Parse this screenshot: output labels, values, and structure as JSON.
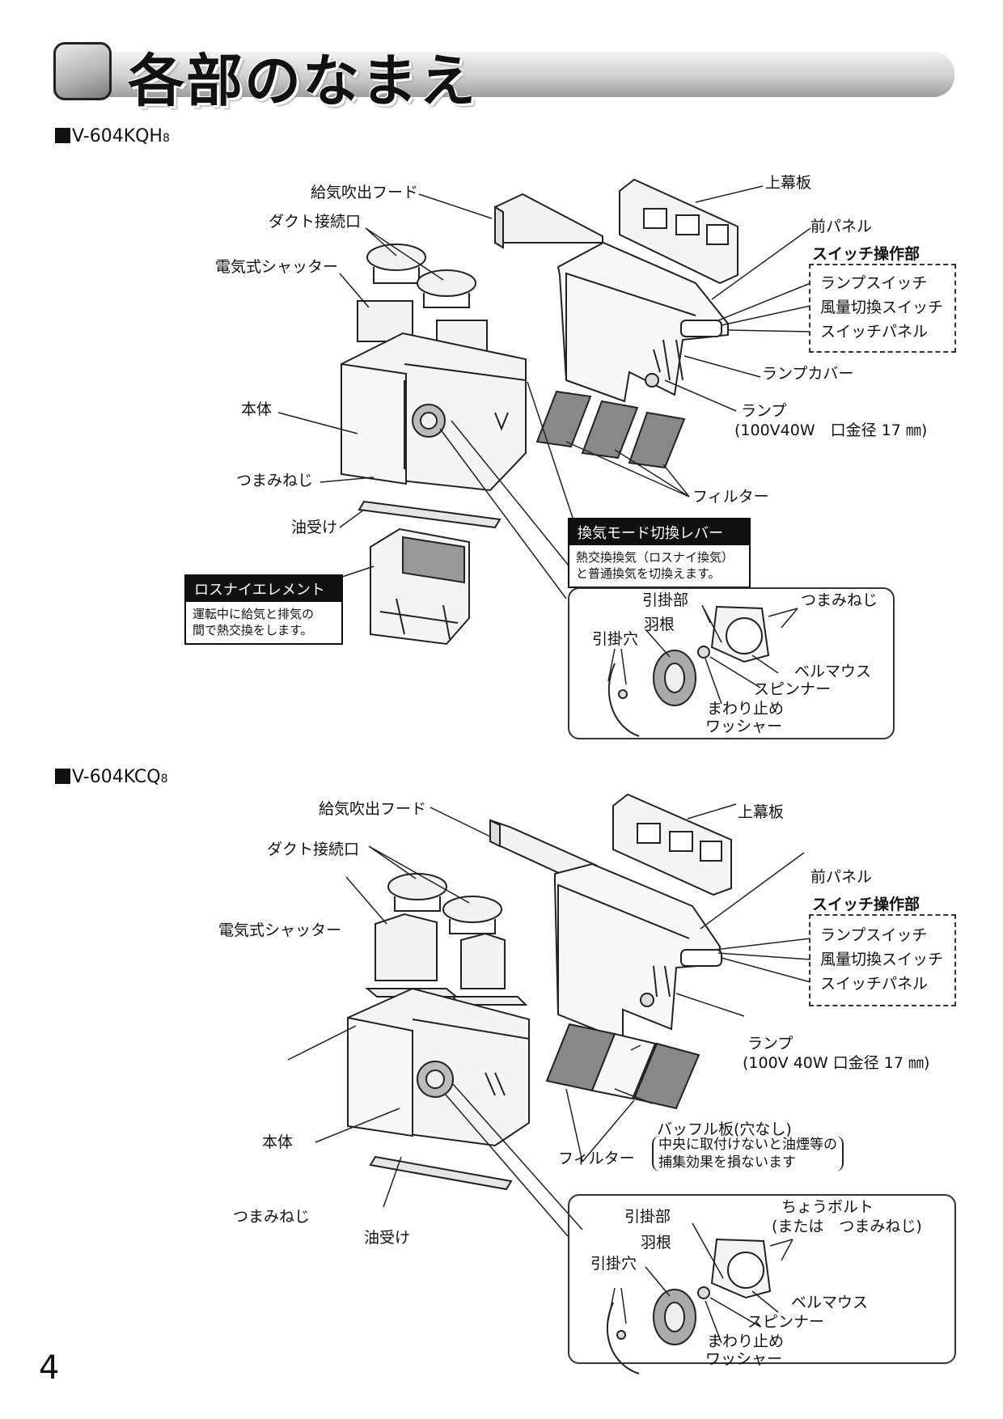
{
  "title": "各部のなまえ",
  "page_number": "4",
  "section1": {
    "model_main": "V-604KQH",
    "model_sub": "8",
    "labels": {
      "supply_hood": "給気吹出フード",
      "duct_port": "ダクト接続口",
      "shutter": "電気式シャッター",
      "body": "本体",
      "knob_screw": "つまみねじ",
      "oil_tray": "油受け",
      "top_plate": "上幕板",
      "front_panel": "前パネル",
      "switch_section": "スイッチ操作部",
      "lamp_switch": "ランプスイッチ",
      "airflow_switch": "風量切換スイッチ",
      "switch_panel": "スイッチパネル",
      "lamp_cover": "ランプカバー",
      "lamp": "ランプ",
      "lamp_spec": "(100V40W　口金径 17 ㎜)",
      "filter": "フィルター"
    },
    "mode_lever": {
      "title": "換気モード切換レバー",
      "line1": "熱交換換気（ロスナイ換気）",
      "line2": "と普通換気を切換えます。"
    },
    "lossnay": {
      "title": "ロスナイエレメント",
      "line1": "運転中に給気と排気の",
      "line2": "間で熱交換をします。"
    },
    "inset": {
      "hook": "引掛部",
      "knob_screw": "つまみねじ",
      "fan": "羽根",
      "hook_hole": "引掛穴",
      "bellmouth": "ベルマウス",
      "spinner": "スピンナー",
      "washer1": "まわり止め",
      "washer2": "ワッシャー"
    }
  },
  "section2": {
    "model_main": "V-604KCQ",
    "model_sub": "8",
    "labels": {
      "supply_hood": "給気吹出フード",
      "duct_port": "ダクト接続口",
      "shutter": "電気式シャッター",
      "body": "本体",
      "knob_screw": "つまみねじ",
      "oil_tray": "油受け",
      "top_plate": "上幕板",
      "front_panel": "前パネル",
      "switch_section": "スイッチ操作部",
      "lamp_switch": "ランプスイッチ",
      "airflow_switch": "風量切換スイッチ",
      "switch_panel": "スイッチパネル",
      "lamp": "ランプ",
      "lamp_spec": "(100V 40W 口金径 17 ㎜)",
      "filter": "フィルター",
      "baffle": "バッフル板(穴なし)",
      "baffle_note1": "中央に取付けないと油煙等の",
      "baffle_note2": "捕集効果を損ないます"
    },
    "inset": {
      "hook": "引掛部",
      "wing_bolt": "ちょうボルト",
      "wing_bolt_alt": "(または　つまみねじ)",
      "fan": "羽根",
      "hook_hole": "引掛穴",
      "bellmouth": "ベルマウス",
      "spinner": "スピンナー",
      "washer1": "まわり止め",
      "washer2": "ワッシャー"
    }
  }
}
